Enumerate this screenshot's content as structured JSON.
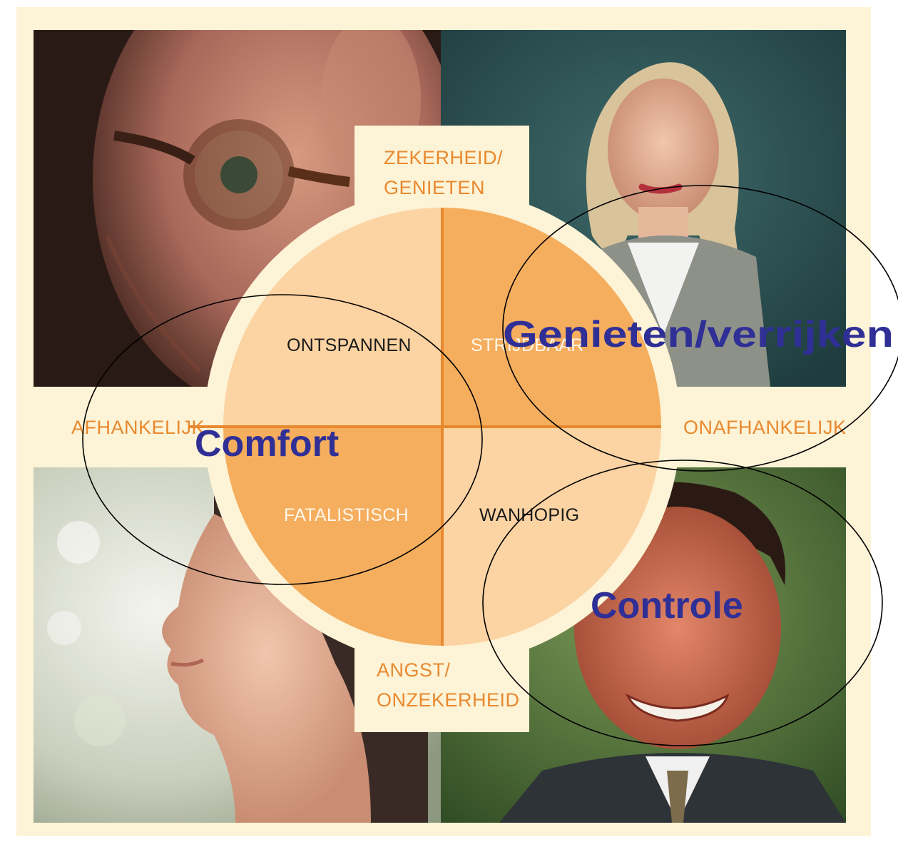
{
  "colors": {
    "frame": "#fdf3d6",
    "light_quadrant": "#fcd3a2",
    "dark_quadrant": "#f4ae5e",
    "axis_line": "#e8892f",
    "axis_text": "#e8892f",
    "overlay_text": "#2f2f96"
  },
  "axes": {
    "top": [
      "ZEKERHEID/",
      "GENIETEN"
    ],
    "bottom": [
      "ANGST/",
      "ONZEKERHEID"
    ],
    "left": "AFHANKELIJK",
    "right": "ONAFHANKELIJK"
  },
  "quadrants": {
    "top_left": "ONTSPANNEN",
    "top_right": "STRIJDBAAR",
    "bottom_left": "FATALISTISCH",
    "bottom_right": "WANHOPIG"
  },
  "overlays": {
    "comfort": "Comfort",
    "genieten": "Genieten/verrijken",
    "controle": "Controle"
  },
  "photos": {
    "top_left": "older-man-glasses-photo",
    "top_right": "older-woman-blonde-photo",
    "bottom_left": "older-woman-profile-photo",
    "bottom_right": "older-man-smiling-photo"
  }
}
